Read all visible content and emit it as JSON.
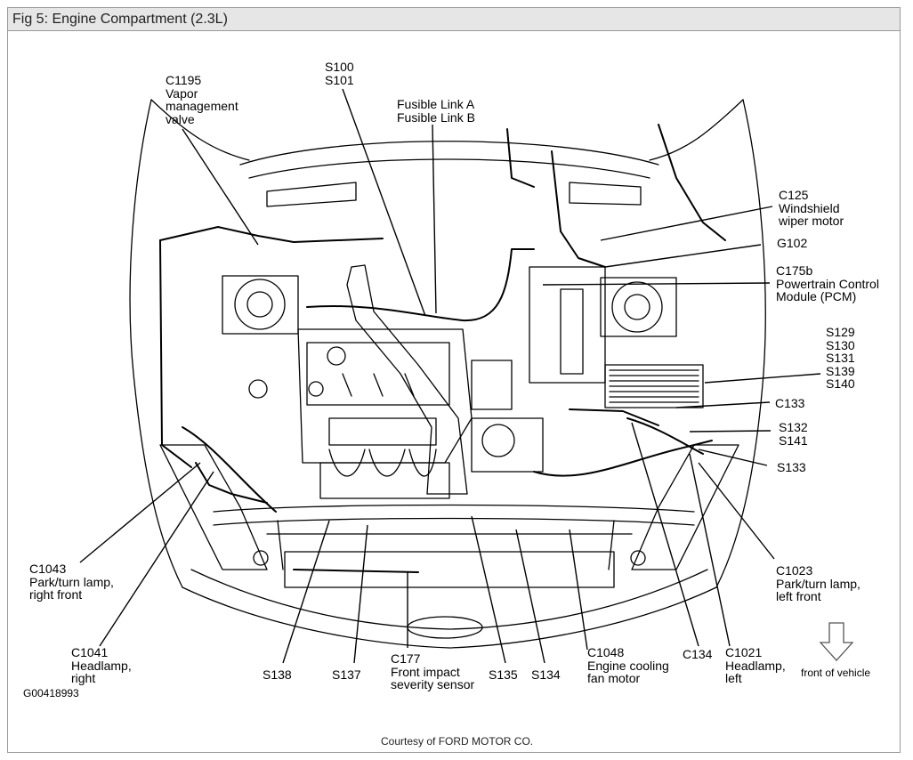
{
  "figure": {
    "title": "Fig 5: Engine Compartment (2.3L)",
    "figure_id": "G00418993",
    "credit": "Courtesy of FORD MOTOR CO.",
    "arrow_label": "front of vehicle"
  },
  "labels": {
    "c1195": "C1195\nVapor\nmanagement\nvalve",
    "s100": "S100\nS101",
    "fusible": "Fusible Link A\nFusible Link B",
    "c125": "C125\nWindshield\nwiper motor",
    "g102": "G102",
    "c175b": "C175b\nPowertrain Control\nModule (PCM)",
    "s129": "S129\nS130\nS131\nS139\nS140",
    "c133": "C133",
    "s132": "S132\nS141",
    "s133": "S133",
    "c1023": "C1023\nPark/turn lamp,\nleft front",
    "c1043": "C1043\nPark/turn lamp,\nright front",
    "c1041": "C1041\nHeadlamp,\nright",
    "s138": "S138",
    "s137": "S137",
    "c177": "C177\nFront impact\nseverity sensor",
    "s135": "S135",
    "s134": "S134",
    "c1048": "C1048\nEngine cooling\nfan motor",
    "c134": "C134",
    "c1021": "C1021\nHeadlamp,\nleft"
  }
}
